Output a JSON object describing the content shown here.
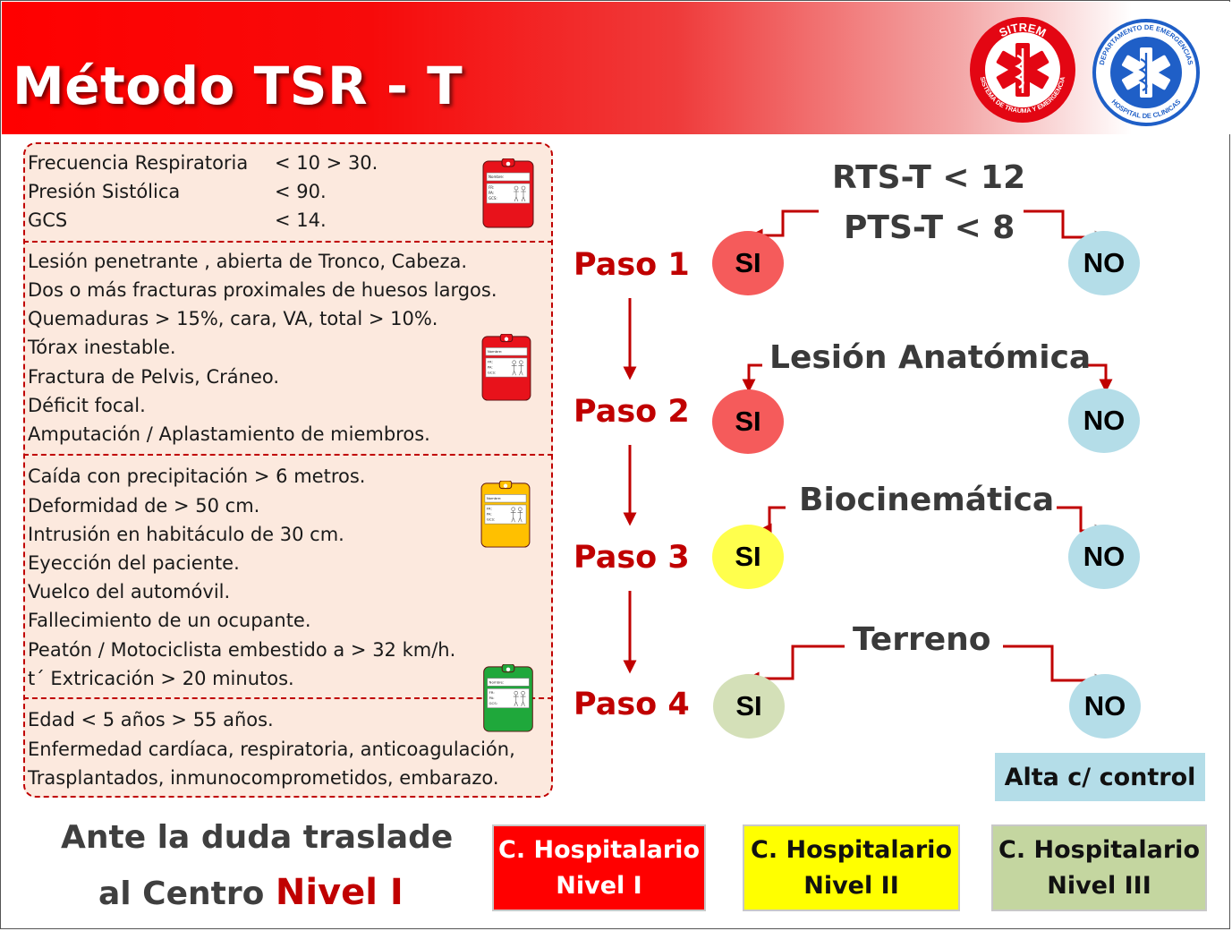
{
  "title": "Método TSR - T",
  "logos": {
    "sitrem": {
      "top_text": "SITREM",
      "ring_text": "SISTEMA DE TRAUMA Y EMERGENCIA",
      "color": "#e30613"
    },
    "hospital": {
      "ring_top": "DEPARTAMENTO DE EMERGENCIAS",
      "ring_bottom": "HOSPITAL DE CLINICAS",
      "color": "#1f5fc7"
    }
  },
  "criteria": {
    "vitals": [
      {
        "label": "Frecuencia Respiratoria",
        "value": "< 10 > 30."
      },
      {
        "label": "Presión Sistólica",
        "value": "< 90."
      },
      {
        "label": "GCS",
        "value": "< 14."
      }
    ],
    "anatomic": [
      "Lesión penetrante , abierta de Tronco, Cabeza.",
      "Dos o más fracturas proximales de huesos largos.",
      "Quemaduras  > 15%, cara, VA, total > 10%.",
      "Tórax inestable.",
      "Fractura de Pelvis, Cráneo.",
      "Déficit focal.",
      "Amputación / Aplastamiento de miembros."
    ],
    "mechanism": [
      "Caída con precipitación > 6 metros.",
      "Deformidad de  > 50 cm.",
      "Intrusión en habitáculo de 30 cm.",
      "Eyección del paciente.",
      "Vuelco del automóvil.",
      "Fallecimiento de un ocupante.",
      "Peatón / Motociclista embestido a > 32 km/h.",
      "t´ Extricación > 20 minutos."
    ],
    "special": [
      "Edad   < 5 años  > 55 años.",
      "Enfermedad cardíaca, respiratoria, anticoagulación,",
      "Trasplantados, inmunocomprometidos, embarazo."
    ]
  },
  "tags": {
    "field1": "Nombre:",
    "field2": "FR:",
    "field3": "PA:",
    "field4": "GCS:",
    "colors": {
      "red": "#e8121b",
      "yellow": "#ffc000",
      "green": "#1fa83b"
    }
  },
  "steps": [
    {
      "label": "Paso 1",
      "heading": [
        "RTS-T < 12",
        "PTS-T < 8"
      ],
      "yes": "SI",
      "no": "NO",
      "yes_color": "#f55b5b"
    },
    {
      "label": "Paso 2",
      "heading": [
        "Lesión Anatómica"
      ],
      "yes": "SI",
      "no": "NO",
      "yes_color": "#f55b5b"
    },
    {
      "label": "Paso 3",
      "heading": [
        "Biocinemática"
      ],
      "yes": "SI",
      "no": "NO",
      "yes_color": "#ffff4d"
    },
    {
      "label": "Paso 4",
      "heading": [
        "Terreno"
      ],
      "yes": "SI",
      "no": "NO",
      "yes_color": "#d4e0b8"
    }
  ],
  "colors": {
    "no_circle": "#b4dde8",
    "arrow": "#c00000",
    "nivel_red": "#c00000"
  },
  "alta": "Alta c/ control",
  "note": {
    "line1": "Ante la duda traslade",
    "line2_prefix": "al Centro ",
    "line2_highlight": "Nivel I"
  },
  "centers": [
    {
      "line1": "C. Hospitalario",
      "line2": "Nivel I",
      "bg": "#ff0000",
      "fg": "#ffffff"
    },
    {
      "line1": "C. Hospitalario",
      "line2": "Nivel II",
      "bg": "#ffff00",
      "fg": "#111111"
    },
    {
      "line1": "C. Hospitalario",
      "line2": "Nivel III",
      "bg": "#c4d6a0",
      "fg": "#111111"
    }
  ]
}
